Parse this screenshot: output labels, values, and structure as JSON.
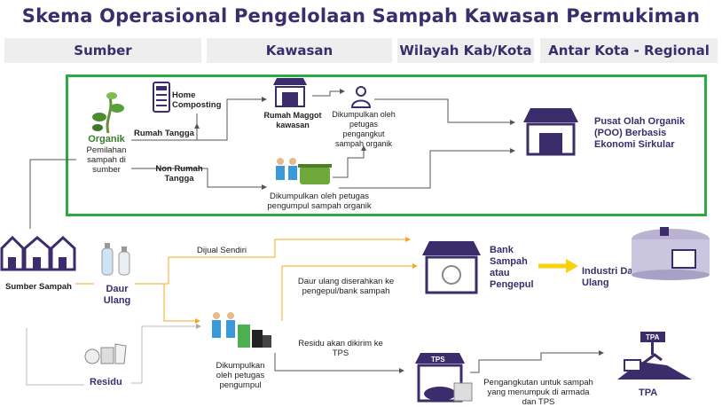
{
  "title": "Skema Operasional Pengelolaan Sampah Kawasan Permukiman",
  "columns": [
    "Sumber",
    "Kawasan",
    "Wilayah Kab/Kota",
    "Antar Kota - Regional"
  ],
  "organic": {
    "heading": "Organik",
    "desc": "Pemilahan sampah di sumber",
    "rumah_tangga": "Rumah Tangga",
    "non_rumah_tangga": "Non Rumah Tangga",
    "home_composting": "Home Composting",
    "rumah_maggot": "Rumah Maggot kawasan",
    "collected_officer": "Dikumpulkan oleh petugas pengangkut sampah organik",
    "collected_bottom": "Dikumpulkan oleh petugas pengumpul sampah organik",
    "poo": "Pusat Olah Organik (POO) Berbasis Ekonomi Sirkular"
  },
  "inorganic": {
    "source": "Sumber Sampah",
    "daur_ulang": "Daur Ulang",
    "residu": "Residu",
    "dijual": "Dijual Sendiri",
    "diserahkan": "Daur ulang diserahkan ke pengepul/bank sampah",
    "bank_sampah": "Bank Sampah atau Pengepul",
    "industri": "Industri Daur Ulang",
    "collected": "Dikumpulkan oleh petugas pengumpul",
    "residu_tps": "Residu akan dikirim ke TPS",
    "tps": "TPS",
    "pengangkutan": "Pengangkutan untuk sampah yang menumpuk di armada dan TPS",
    "tpa": "TPA"
  },
  "colors": {
    "purple": "#3b2d6b",
    "green_box": "#2eaa44",
    "orange": "#f6a623",
    "yellow": "#f5d20a",
    "grey_line": "#bbbbbb"
  }
}
